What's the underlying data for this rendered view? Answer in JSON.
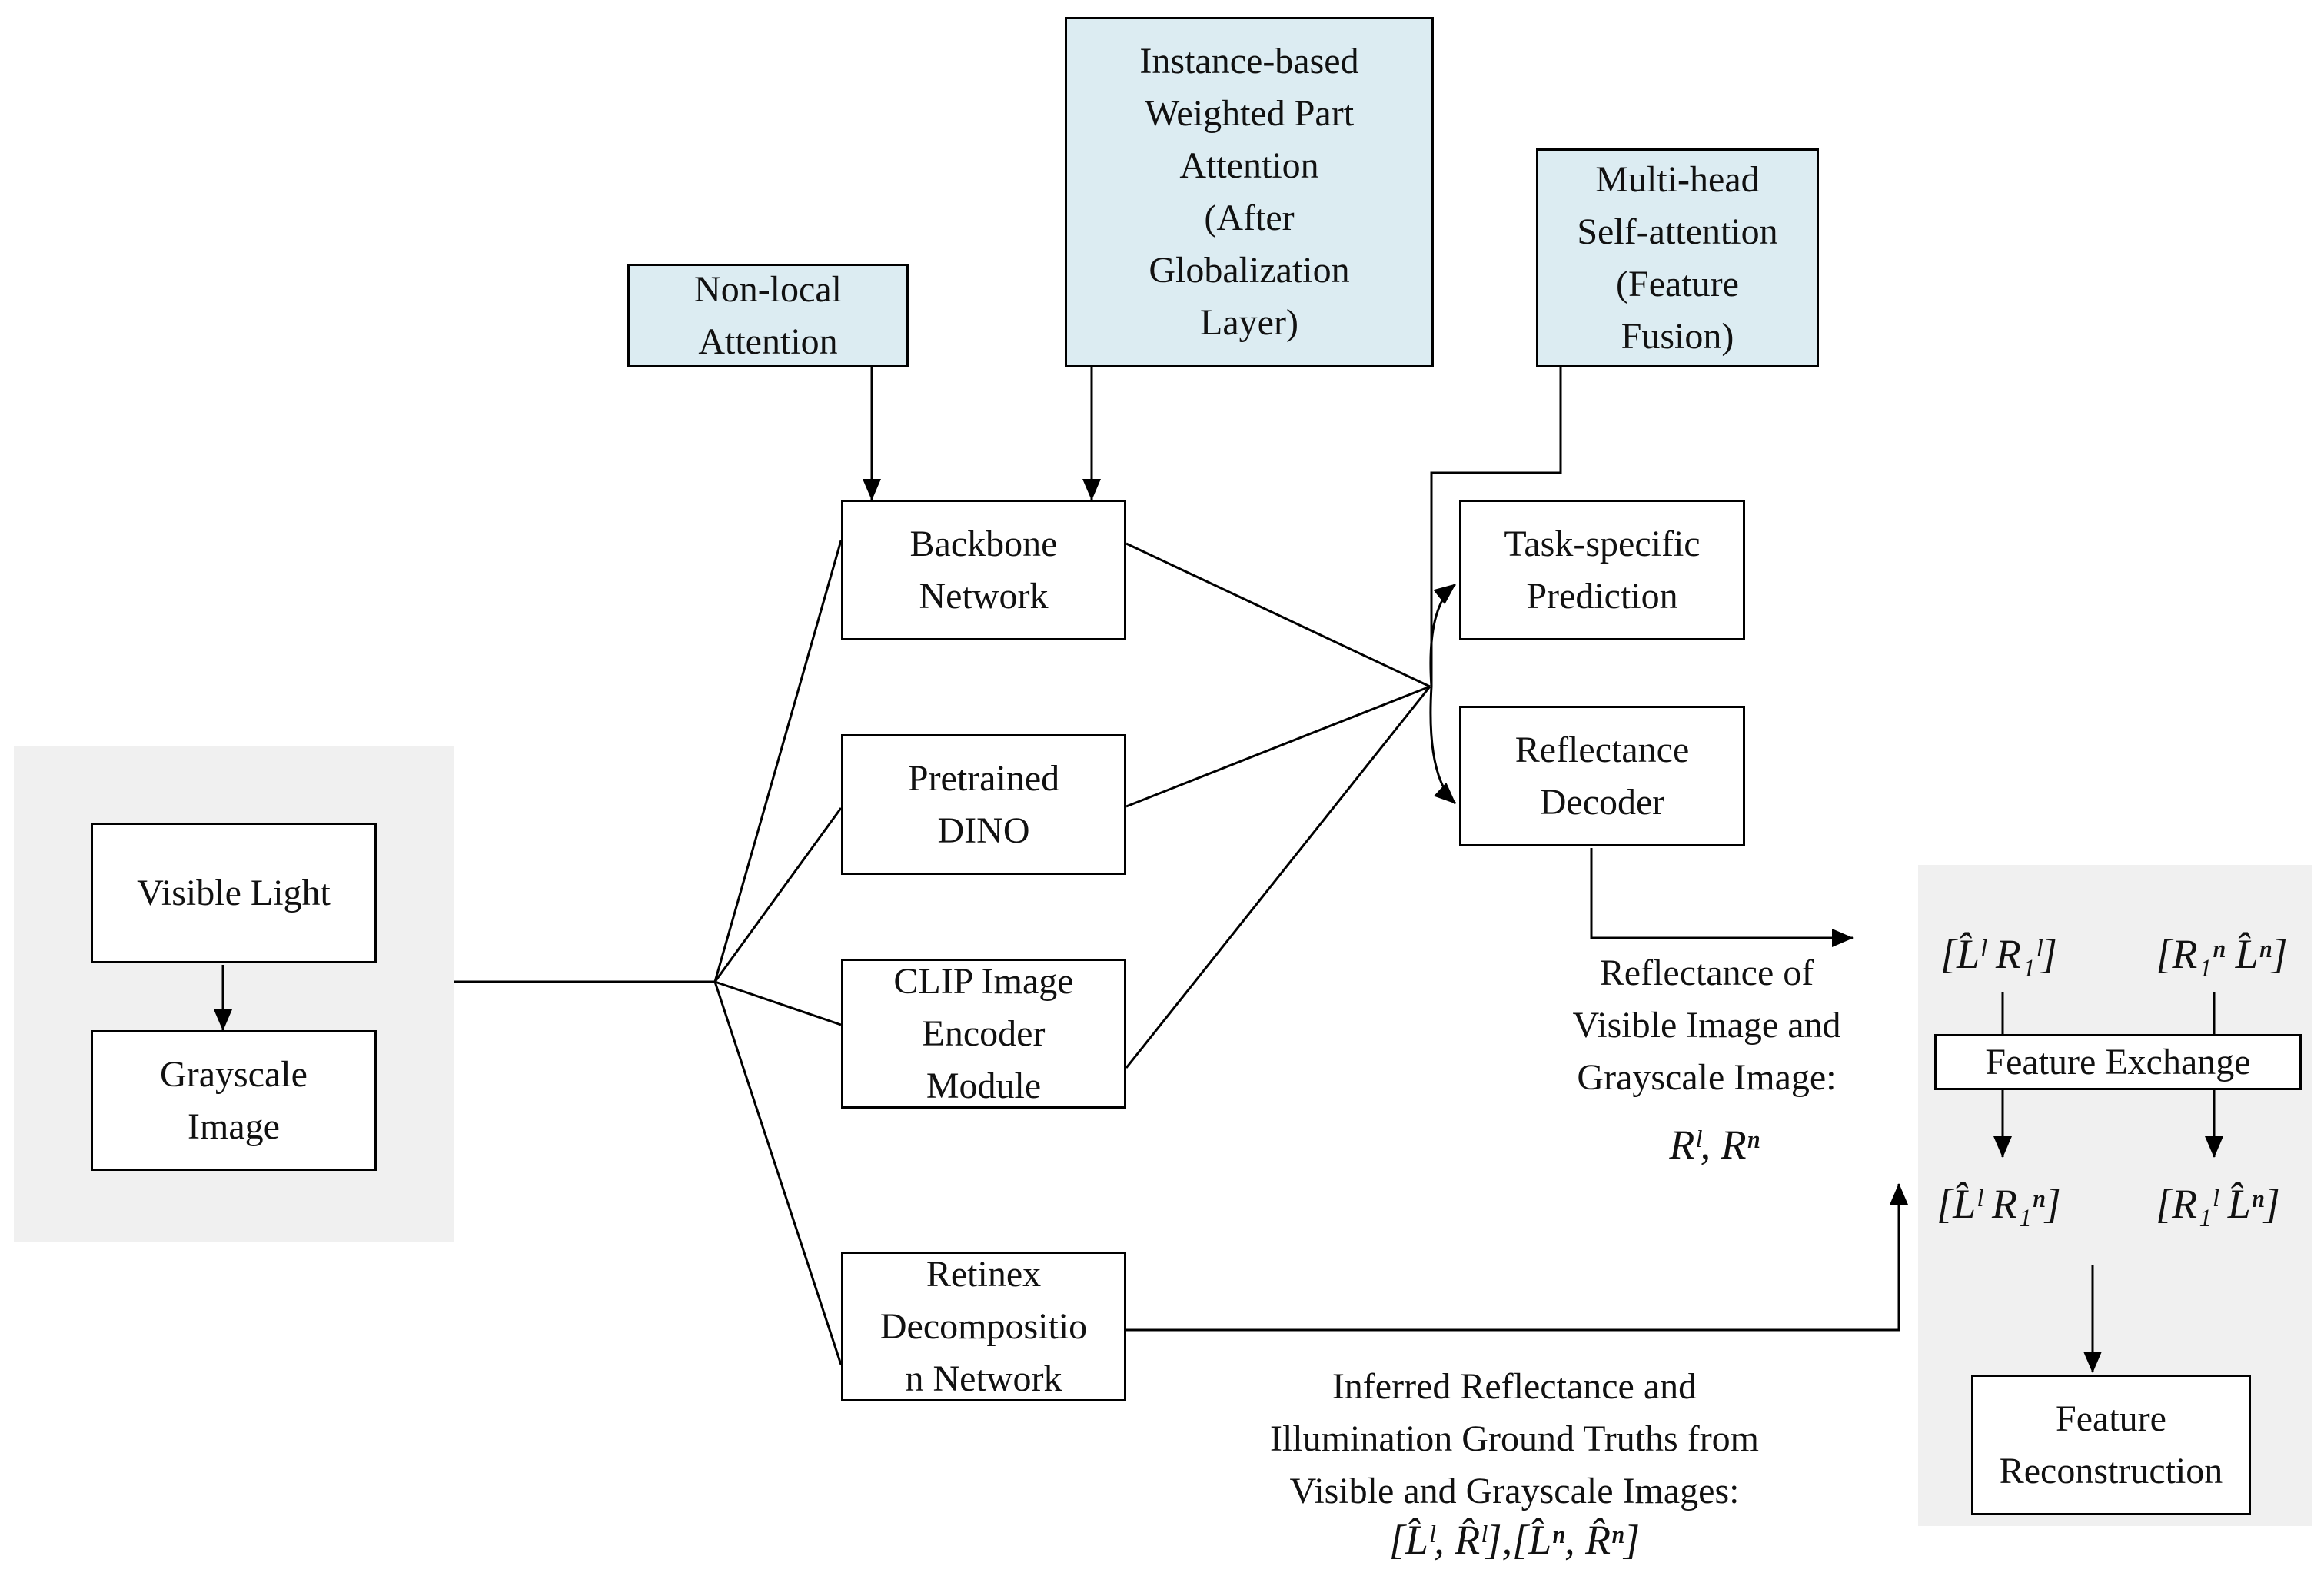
{
  "boxes": {
    "non_local": "Non-local\nAttention",
    "instance_attention": "Instance-based\nWeighted Part\nAttention\n(After\nGlobalization\nLayer)",
    "multi_head": "Multi-head\nSelf-attention\n(Feature\nFusion)",
    "backbone": "Backbone\nNetwork",
    "dino": "Pretrained\nDINO",
    "clip": "CLIP Image\nEncoder\nModule",
    "retinex": "Retinex\nDecompositio\nn Network",
    "task_prediction": "Task-specific\nPrediction",
    "reflectance_decoder": "Reflectance\nDecoder",
    "visible_light": "Visible Light",
    "grayscale": "Grayscale\nImage",
    "feature_exchange": "Feature Exchange",
    "feature_reconstruction": "Feature\nReconstruction"
  },
  "labels": {
    "reflectance_caption": "Reflectance of\nVisible Image and\nGrayscale Image:",
    "reflectance_math": "Rˡ, Rⁿ",
    "inferred_caption": "Inferred Reflectance and\nIllumination Ground Truths from\nVisible and Grayscale Images:",
    "inferred_math": "[L̂ˡ, R̂ˡ],[L̂ⁿ, R̂ⁿ]",
    "pair_top_left": "[L̂ˡ  R₁ˡ]",
    "pair_top_right": "[R₁ⁿ   L̂ⁿ]",
    "pair_bottom_left": "[L̂ˡ  R₁ⁿ]",
    "pair_bottom_right": "[R₁ˡ   L̂ⁿ]"
  },
  "colors": {
    "attention_fill": "#dcecf2",
    "panel_fill": "#f0f0f0"
  }
}
